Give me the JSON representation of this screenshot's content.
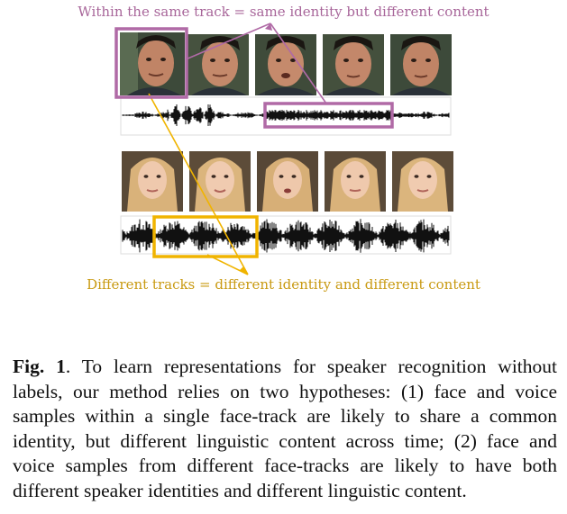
{
  "figure": {
    "top_label": "Within the same track = same identity but different content",
    "bottom_label": "Different tracks = different identity and different content",
    "colors": {
      "same_track": "#b06aa6",
      "different_track": "#f0b400",
      "label_same": "#a8669a",
      "label_different": "#c99a12"
    },
    "track_1": {
      "frames": 5,
      "subject": "male speaker"
    },
    "track_2": {
      "frames": 5,
      "subject": "female speaker"
    }
  },
  "caption": {
    "label": "Fig. 1",
    "text": ". To learn representations for speaker recognition without labels, our method relies on two hypotheses: (1) face and voice samples within a single face-track are likely to share a common identity, but different linguistic content across time; (2) face and voice samples from different face-tracks are likely to have both different speaker identities and different linguistic content."
  }
}
